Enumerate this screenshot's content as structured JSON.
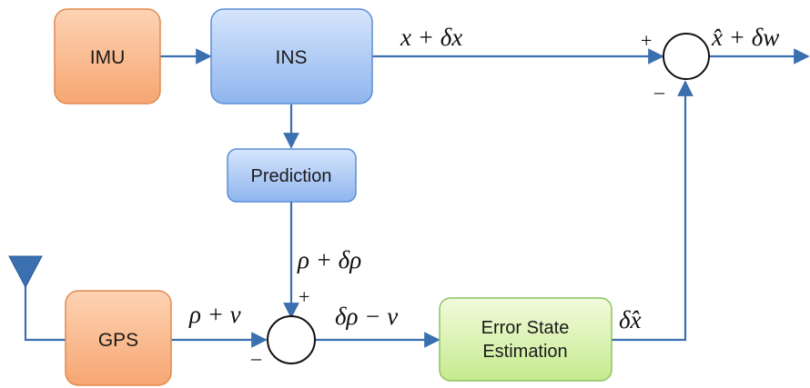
{
  "colors": {
    "orange_fill_top": "#fdd3b4",
    "orange_fill_bottom": "#f6a672",
    "orange_stroke": "#e08a4e",
    "blue_fill_top": "#cfe0fb",
    "blue_fill_bottom": "#8fb5ee",
    "blue_stroke": "#5b8ed6",
    "green_fill_top": "#eefad2",
    "green_fill_bottom": "#c6ea8e",
    "green_stroke": "#8cc460",
    "wire": "#3a6fb0",
    "antenna": "#3a6fb0"
  },
  "blocks": {
    "imu": "IMU",
    "ins": "INS",
    "prediction": "Prediction",
    "gps": "GPS",
    "error_state_line1": "Error State",
    "error_state_line2": "Estimation"
  },
  "signals": {
    "ins_output": "x + δx",
    "corrected_output": "x̂ + δw",
    "predicted_range": "ρ + δρ",
    "gps_range": "ρ + ν",
    "range_difference": "δρ − ν",
    "estimated_error": "δ̂x"
  },
  "junction_signs": {
    "top_plus": "+",
    "top_minus": "–",
    "bottom_plus": "+",
    "bottom_minus": "–"
  },
  "icons": {
    "antenna": "antenna-icon"
  }
}
